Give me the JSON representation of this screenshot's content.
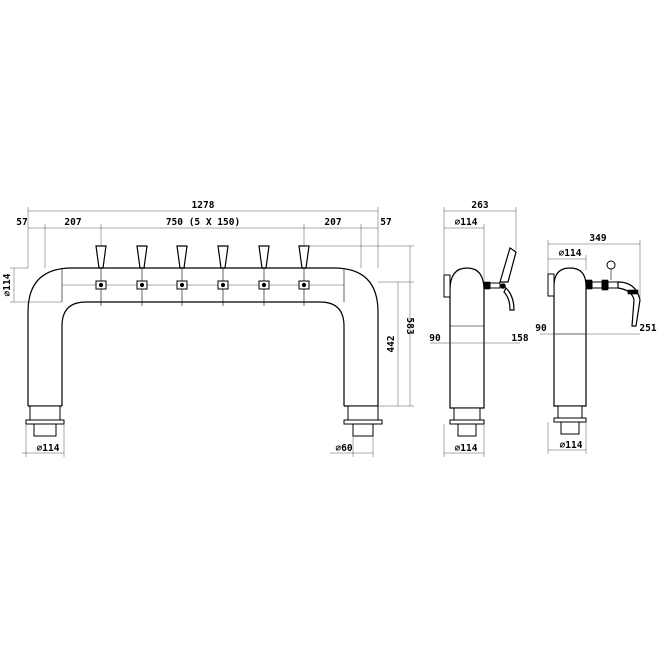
{
  "front_view": {
    "overall_width": "1278",
    "tap_span": "750 (5 X 150)",
    "left_edge_offset": "57",
    "right_edge_offset": "57",
    "left_tap_offset": "207",
    "right_tap_offset": "207",
    "tube_diameter": "⌀114",
    "height_total": "583",
    "height_column": "442",
    "base_diameter": "⌀114",
    "drain_diameter": "⌀60"
  },
  "side_view_1": {
    "overall_depth": "263",
    "tube_diameter": "⌀114",
    "tap_height_left": "90",
    "tap_height_right": "158",
    "base_diameter": "⌀114"
  },
  "side_view_2": {
    "overall_depth": "349",
    "tube_diameter": "⌀114",
    "tap_height_left": "90",
    "tap_projection": "251",
    "base_diameter": "⌀114"
  }
}
